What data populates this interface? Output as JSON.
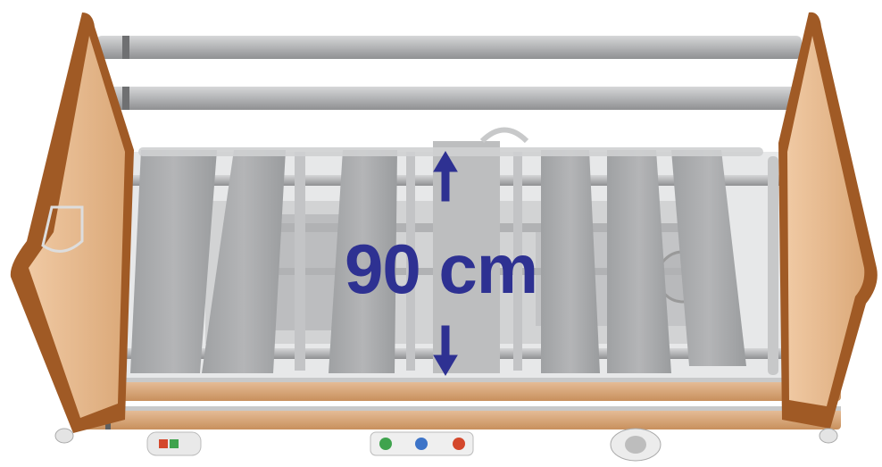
{
  "scene": {
    "subject": "bed-frame-with-slatted-base",
    "dimension": {
      "text": "90 cm",
      "color": "#2e3192",
      "direction": "vertical-double-arrow"
    },
    "colors": {
      "headboard_wood": "#e3b389",
      "headboard_edge": "#a05a25",
      "slat": "#a9abad",
      "rail": "#b8b9bb",
      "frame": "#c7c8c9",
      "caster_green": "#3fa34d",
      "caster_red": "#d4482c",
      "caster_blue": "#3d74c8"
    }
  }
}
